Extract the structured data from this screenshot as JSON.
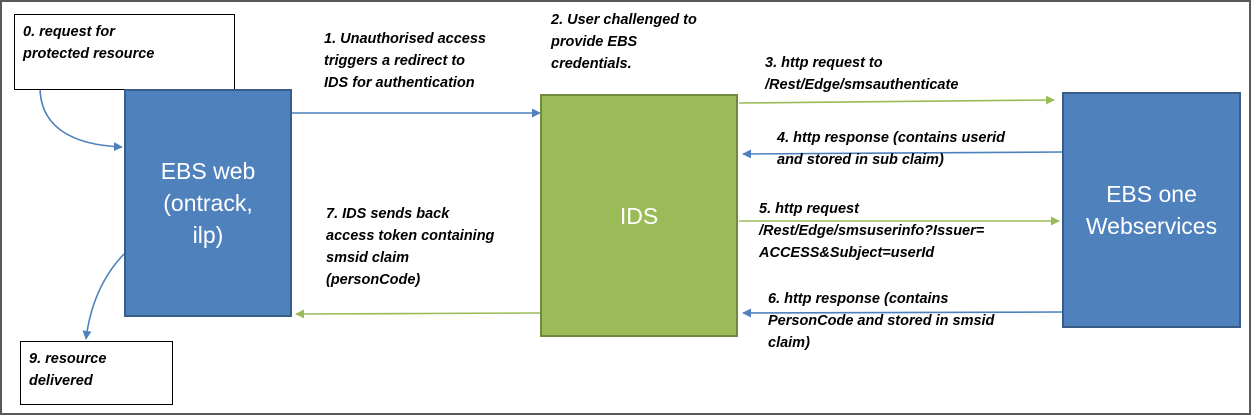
{
  "colors": {
    "blue_box": "#4f81bd",
    "green_box": "#9bbb59",
    "blue_arrow": "#4f81bd",
    "green_arrow": "#9bbb59"
  },
  "nodes": {
    "ebs_web": "EBS web\n(ontrack,\nilp)",
    "ids": "IDS",
    "ebs_one": "EBS one\nWebservices"
  },
  "notes": {
    "request": "0. request for\nprotected resource",
    "delivered": "9. resource\ndelivered"
  },
  "steps": {
    "s1": "1.  Unauthorised access\ntriggers a redirect to\nIDS for authentication",
    "s2": "2. User challenged to\nprovide EBS\ncredentials.",
    "s3": "3.  http request to\n/Rest/Edge/smsauthenticate",
    "s4": "4. http response (contains userid\nand stored in sub claim)",
    "s5": "5. http request\n/Rest/Edge/smsuserinfo?Issuer=\nACCESS&Subject=userId",
    "s6": "6. http response (contains\nPersonCode and stored in smsid\nclaim)",
    "s7": "7.  IDS sends back\naccess token containing\nsmsid claim\n(personCode)"
  },
  "edges": [
    {
      "id": "edge-0-to-web",
      "from": "request-note",
      "to": "ebs-web",
      "color": "blue"
    },
    {
      "id": "edge-web-to-ids",
      "from": "ebs-web",
      "to": "ids",
      "color": "blue"
    },
    {
      "id": "edge-ids-to-one-3",
      "from": "ids",
      "to": "ebs-one",
      "color": "green"
    },
    {
      "id": "edge-one-to-ids-4",
      "from": "ebs-one",
      "to": "ids",
      "color": "blue"
    },
    {
      "id": "edge-ids-to-one-5",
      "from": "ids",
      "to": "ebs-one",
      "color": "green"
    },
    {
      "id": "edge-one-to-ids-6",
      "from": "ebs-one",
      "to": "ids",
      "color": "blue"
    },
    {
      "id": "edge-ids-to-web-7",
      "from": "ids",
      "to": "ebs-web",
      "color": "green"
    },
    {
      "id": "edge-web-to-delivered",
      "from": "ebs-web",
      "to": "delivered-note",
      "color": "blue"
    }
  ]
}
